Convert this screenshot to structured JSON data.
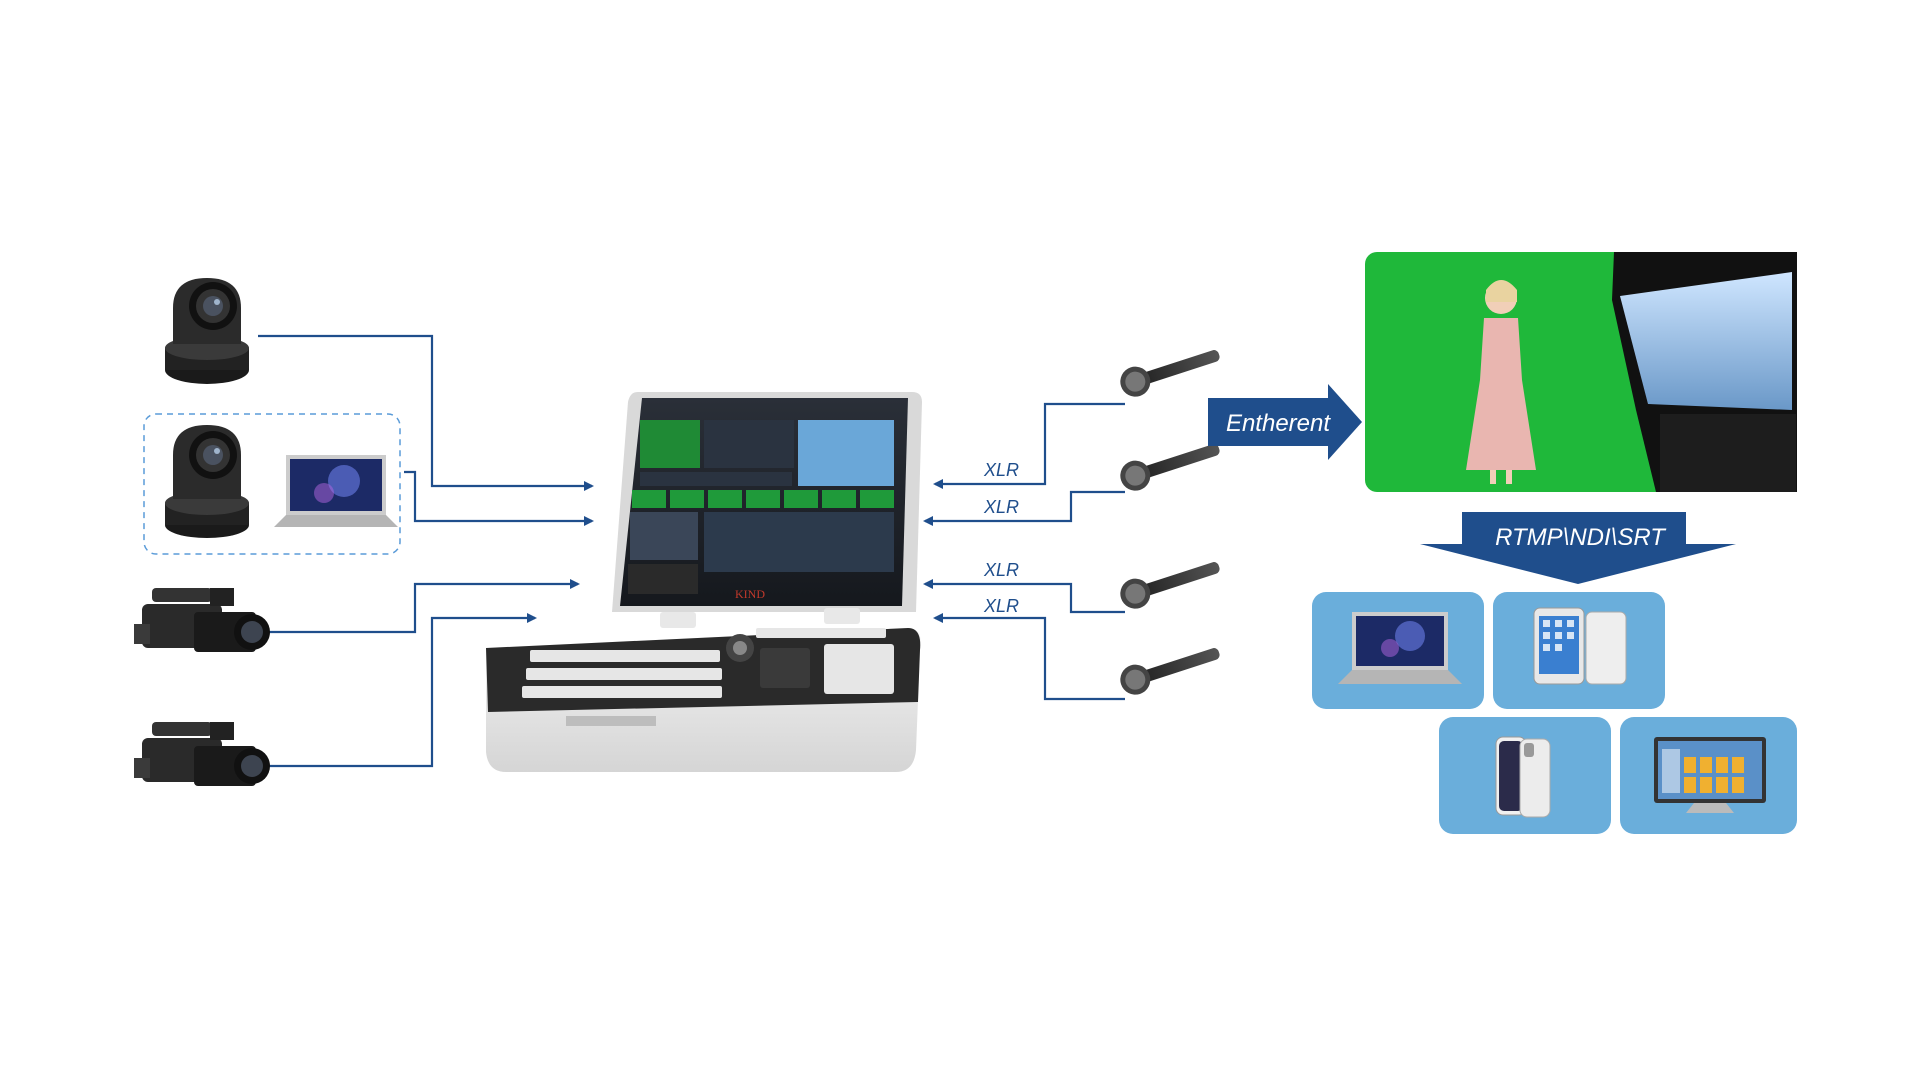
{
  "labels": {
    "xlr": [
      "XLR",
      "XLR",
      "XLR",
      "XLR"
    ],
    "stream_protocols": "RTMP\\NDI\\SRT",
    "network": "Entherent"
  },
  "device": {
    "brand": "KIND"
  },
  "icons": {
    "ptz_camera": "ptz-camera-icon",
    "laptop": "laptop-icon",
    "camcorder": "camcorder-icon",
    "microphone": "microphone-icon",
    "tablet": "tablet-icon",
    "phone": "phone-icon",
    "tv": "tv-icon",
    "switcher": "video-switcher-icon"
  },
  "colors": {
    "line": "#1f4e8c",
    "arrow_fill": "#1f4e8c",
    "tile": "#6aaedb",
    "green_screen": "#1fb83a"
  }
}
